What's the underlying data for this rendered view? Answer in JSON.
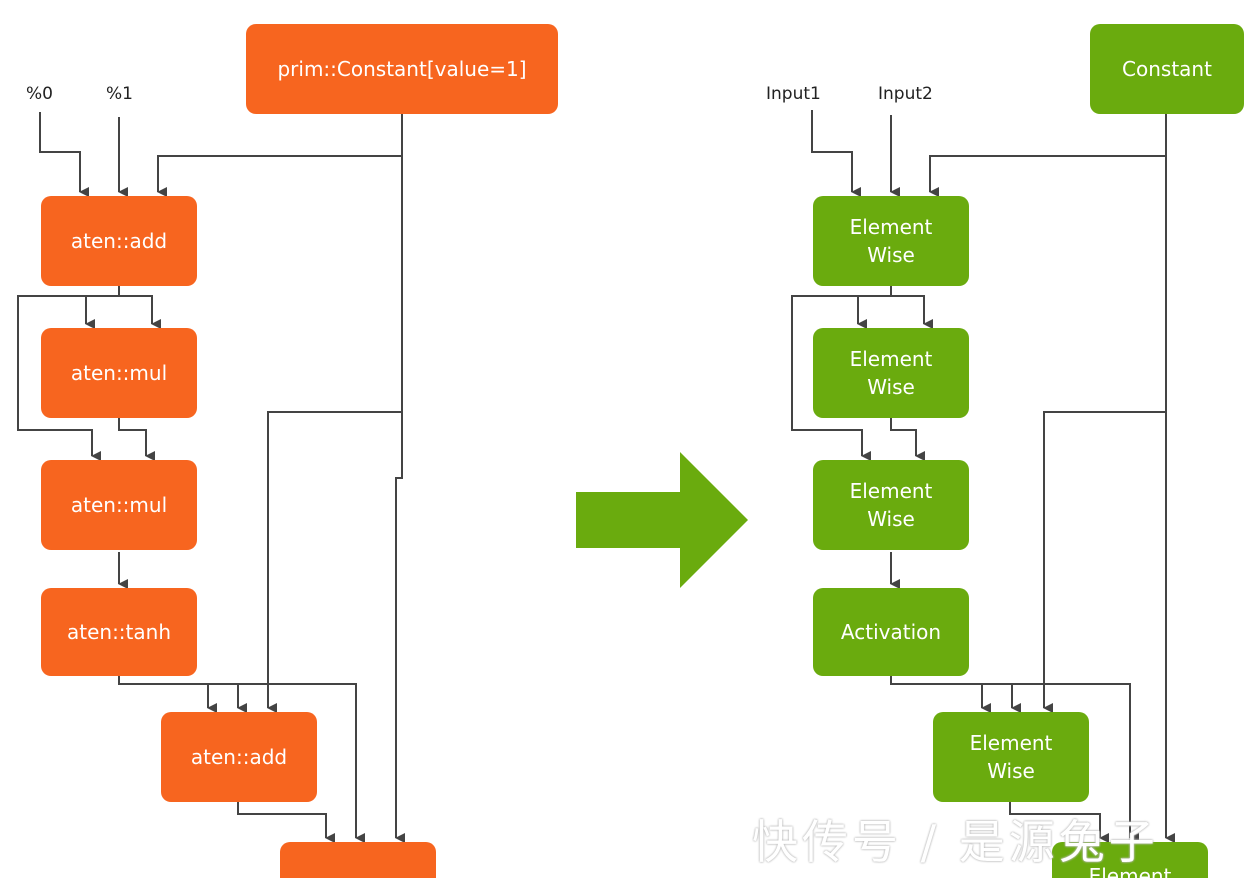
{
  "left_graph": {
    "inputs": [
      "%0",
      "%1"
    ],
    "nodes": {
      "constant": "prim::Constant[value=1]",
      "add1": "aten::add",
      "mul1": "aten::mul",
      "mul2": "aten::mul",
      "tanh": "aten::tanh",
      "add2": "aten::add",
      "out": ""
    }
  },
  "right_graph": {
    "inputs": [
      "Input1",
      "Input2"
    ],
    "nodes": {
      "constant": "Constant",
      "ew1": "Element\nWise",
      "ew2": "Element\nWise",
      "ew3": "Element\nWise",
      "act": "Activation",
      "ew4": "Element\nWise",
      "out": "Element"
    }
  },
  "watermark": "快传号 / 是源兔子",
  "colors": {
    "orange": "#f7651f",
    "green": "#6aab0e",
    "line": "#444444"
  }
}
